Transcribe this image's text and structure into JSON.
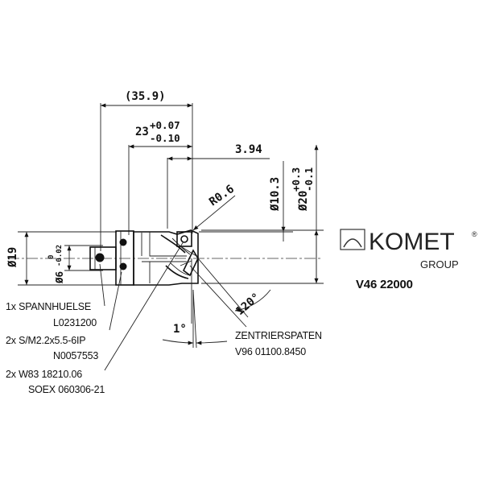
{
  "dimensions": {
    "overall": "(35.9)",
    "length_main": "23",
    "length_tol_upper": "+0.07",
    "length_tol_lower": "-0.10",
    "offset": "3.94",
    "radius": "R0.6",
    "dia_small": "Ø10.3",
    "dia_main": "Ø20",
    "dia_main_tol_upper": "+0.3",
    "dia_main_tol_lower": "-0.1",
    "dia_left": "Ø19",
    "dia_shank": "Ø6",
    "dia_shank_tol_upper": "0",
    "dia_shank_tol_lower": "-0.02",
    "angle_point": "120°",
    "angle_tilt": "1°"
  },
  "parts": {
    "p1_line1": "1x SPANNHUELSE",
    "p1_line2": "L0231200",
    "p2_line1": "2x S/M2.2x5.5-6IP",
    "p2_line2": "N0057553",
    "p3_line1": "2x W83 18210.06",
    "p3_line2": "SOEX 060306-21",
    "p4_line1": "ZENTRIERSPATEN",
    "p4_line2": "V96 01100.8450"
  },
  "brand": {
    "name": "KOMET",
    "registered": "®",
    "group": "GROUP",
    "code": "V46  22000"
  }
}
